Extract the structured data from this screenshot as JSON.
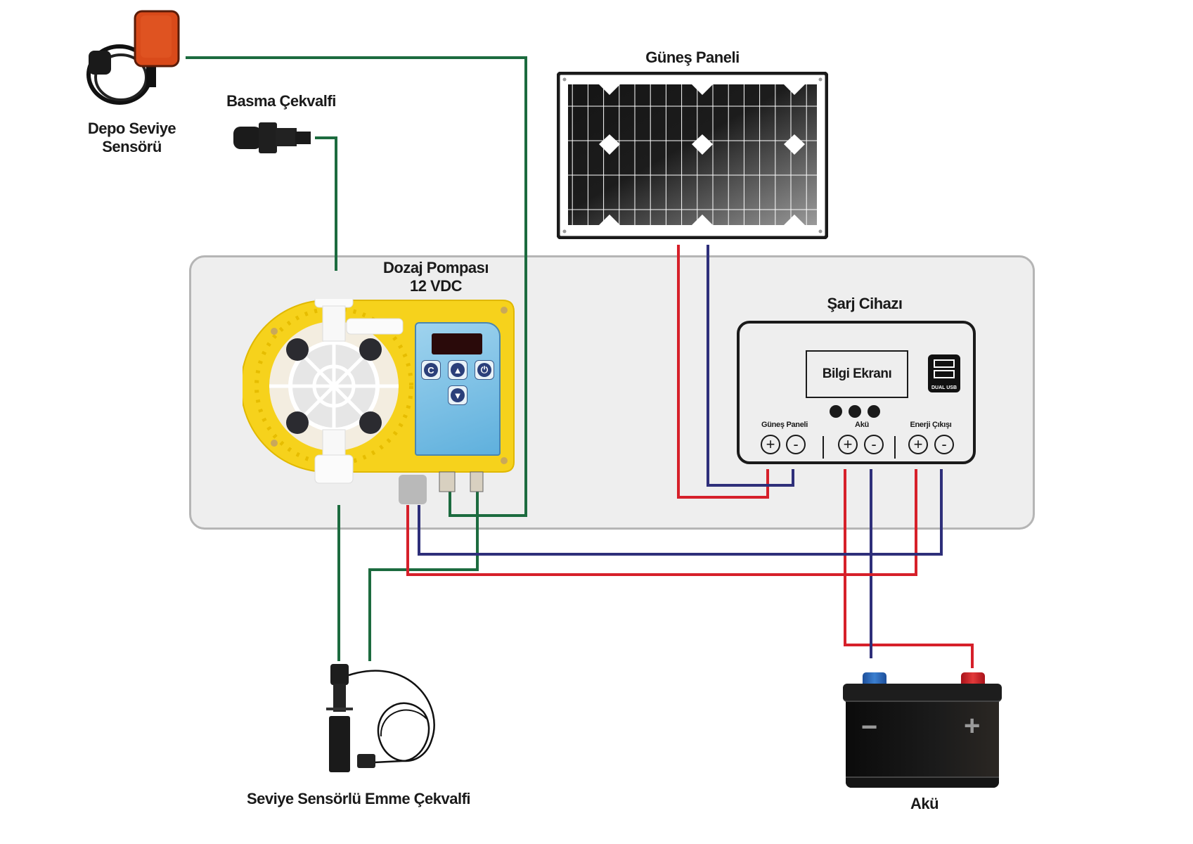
{
  "diagram": {
    "title": "Solar powered 12 VDC dosing pump wiring diagram",
    "components": {
      "tank_level_sensor": {
        "label_line1": "Depo Seviye",
        "label_line2": "Sensörü"
      },
      "discharge_check_valve": {
        "label": "Basma Çekvalfi"
      },
      "solar_panel": {
        "label": "Güneş Paneli"
      },
      "dosing_pump": {
        "label_line1": "Dozaj Pompası",
        "label_line2": "12 VDC",
        "keypad": {
          "buttons": [
            "C",
            "▲",
            "⏻",
            "▼"
          ]
        }
      },
      "charge_controller": {
        "label": "Şarj Cihazı",
        "screen_label": "Bilgi Ekranı",
        "usb_label": "DUAL USB",
        "indicator_count": 3,
        "terminal_groups": [
          {
            "label": "Güneş Paneli",
            "plus": "+",
            "minus": "-"
          },
          {
            "label": "Akü",
            "plus": "+",
            "minus": "-"
          },
          {
            "label": "Enerji Çıkışı",
            "plus": "+",
            "minus": "-"
          }
        ]
      },
      "suction_valve": {
        "label": "Seviye Sensörlü Emme Çekvalfi"
      },
      "battery": {
        "label": "Akü",
        "negative_sign": "−",
        "positive_sign": "+"
      }
    },
    "wire_colors": {
      "signal": "#1c6b3f",
      "positive": "#d6202a",
      "negative": "#2e2f7a"
    },
    "connections": [
      {
        "from": "Depo Seviye Sensörü",
        "to": "Dozaj Pompası",
        "type": "signal"
      },
      {
        "from": "Basma Çekvalfi",
        "to": "Dozaj Pompası",
        "type": "signal"
      },
      {
        "from": "Seviye Sensörlü Emme Çekvalfi",
        "to": "Dozaj Pompası",
        "type": "signal"
      },
      {
        "from": "Güneş Paneli +",
        "to": "Şarj Cihazı Güneş Paneli +",
        "type": "positive"
      },
      {
        "from": "Güneş Paneli -",
        "to": "Şarj Cihazı Güneş Paneli -",
        "type": "negative"
      },
      {
        "from": "Şarj Cihazı Akü +",
        "to": "Akü +",
        "type": "positive"
      },
      {
        "from": "Şarj Cihazı Akü -",
        "to": "Akü -",
        "type": "negative"
      },
      {
        "from": "Şarj Cihazı Enerji Çıkışı +",
        "to": "Dozaj Pompası +",
        "type": "positive"
      },
      {
        "from": "Şarj Cihazı Enerji Çıkışı -",
        "to": "Dozaj Pompası -",
        "type": "negative"
      }
    ]
  }
}
